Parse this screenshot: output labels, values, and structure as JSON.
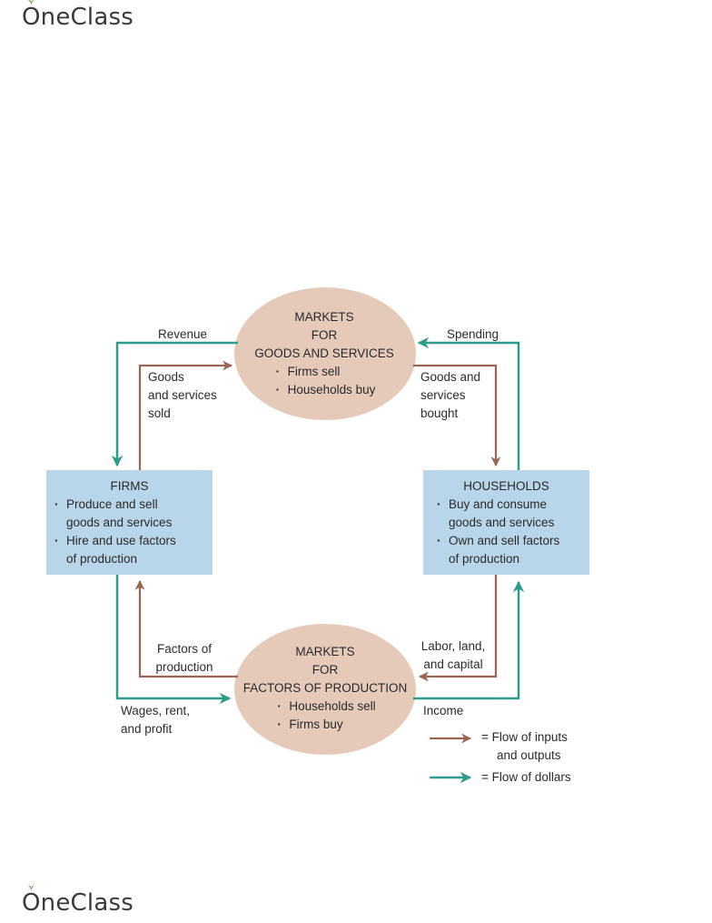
{
  "brand": {
    "name": "OneClass"
  },
  "colors": {
    "input_flow": "#9a6450",
    "dollar_flow": "#2e9a8c",
    "box_fill": "#b9d5ea",
    "ellipse_fill": "#e5cab9"
  },
  "diagram": {
    "markets_goods": {
      "lines": [
        "MARKETS",
        "FOR",
        "GOODS AND SERVICES"
      ],
      "bullets": [
        "Firms sell",
        "Households buy"
      ]
    },
    "markets_factors": {
      "lines": [
        "MARKETS",
        "FOR",
        "FACTORS OF PRODUCTION"
      ],
      "bullets": [
        "Households sell",
        "Firms buy"
      ]
    },
    "firms": {
      "title": "FIRMS",
      "bullets": [
        [
          "Produce and sell",
          "goods and services"
        ],
        [
          "Hire and use factors",
          "of production"
        ]
      ]
    },
    "households": {
      "title": "HOUSEHOLDS",
      "bullets": [
        [
          "Buy and consume",
          "goods and services"
        ],
        [
          "Own and sell factors",
          "of production"
        ]
      ]
    },
    "labels": {
      "revenue": "Revenue",
      "spending": "Spending",
      "goods_sold": [
        "Goods",
        "and services",
        "sold"
      ],
      "goods_bought": [
        "Goods and",
        "services",
        "bought"
      ],
      "factors_of_production": [
        "Factors of",
        "production"
      ],
      "labor_land_capital": [
        "Labor, land,",
        "and capital"
      ],
      "wages_rent_profit": [
        "Wages, rent,",
        "and profit"
      ],
      "income": "Income"
    },
    "legend": {
      "inputs": [
        "= Flow of inputs",
        "and outputs"
      ],
      "dollars": "= Flow of dollars"
    }
  }
}
